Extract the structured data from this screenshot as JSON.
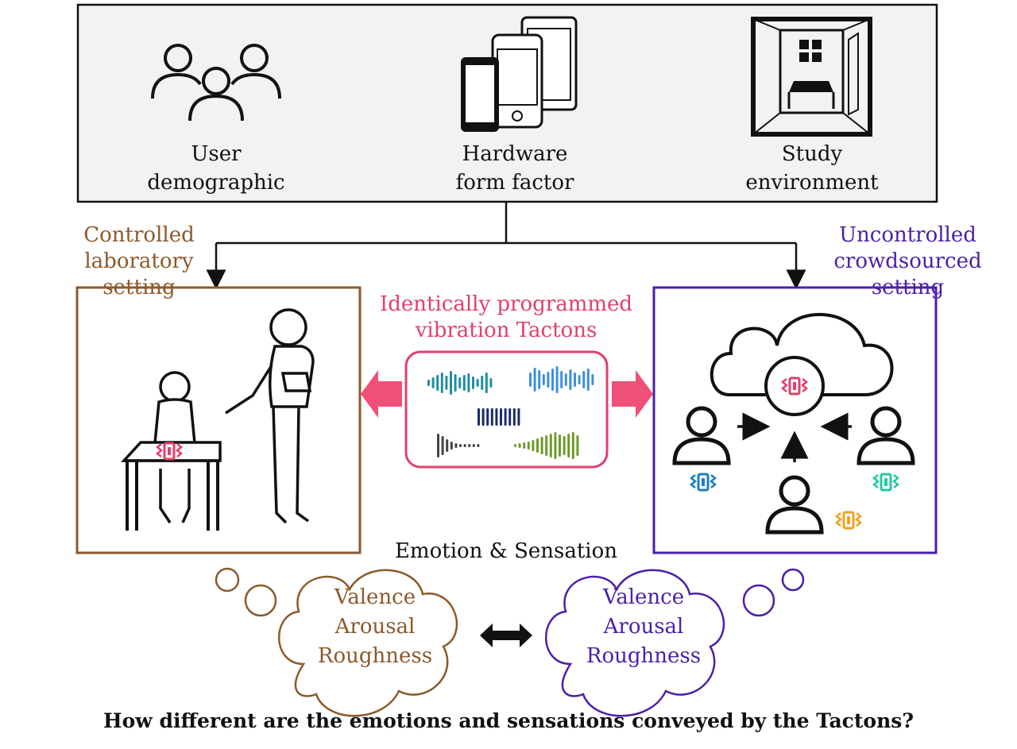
{
  "factors": [
    {
      "id": "user",
      "line1": "User",
      "line2": "demographic",
      "icon": "users-group-icon"
    },
    {
      "id": "hardware",
      "line1": "Hardware",
      "line2": "form factor",
      "icon": "phones-icon"
    },
    {
      "id": "environment",
      "line1": "Study",
      "line2": "environment",
      "icon": "room-icon"
    }
  ],
  "lab": {
    "line1": "Controlled",
    "line2": "laboratory setting",
    "color": "#8b5a2b"
  },
  "crowd": {
    "line1": "Uncontrolled",
    "line2": "crowdsourced setting",
    "color": "#4b1fa8"
  },
  "tactons": {
    "line1": "Identically programmed",
    "line2": "vibration Tactons",
    "color": "#e0406a"
  },
  "emotion_label": "Emotion & Sensation",
  "cloud_left": {
    "l1": "Valence",
    "l2": "Arousal",
    "l3": "Roughness"
  },
  "cloud_right": {
    "l1": "Valence",
    "l2": "Arousal",
    "l3": "Roughness"
  },
  "question": "How different are the emotions and sensations conveyed by the Tactons?",
  "colors": {
    "box_fill": "#f2f2f2",
    "wave_teal": "#1f8ea0",
    "wave_blue": "#3d8fe0",
    "wave_navy": "#1b2a6b",
    "wave_gray": "#444444",
    "wave_green": "#6f9a2a",
    "device_blue": "#1a7fc0",
    "device_green": "#22c9a0",
    "device_orange": "#f0a020"
  }
}
